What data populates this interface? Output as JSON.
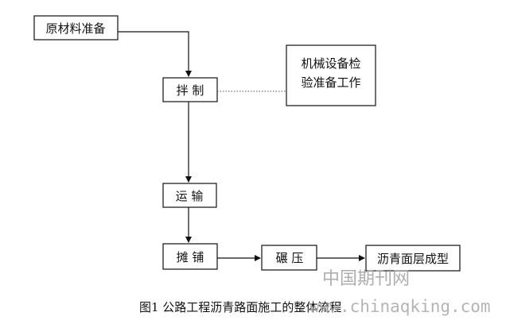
{
  "flowchart": {
    "nodes": {
      "raw_materials": "原材料准备",
      "mixing": "拌 制",
      "equipment_check_line1": "机械设备检",
      "equipment_check_line2": "验准备工作",
      "transport": "运 输",
      "paving": "摊 铺",
      "rolling": "碾 压",
      "asphalt_surface": "沥青面层成型"
    },
    "edges": [
      {
        "from": "raw_materials",
        "to": "mixing",
        "style": "arrow"
      },
      {
        "from": "mixing",
        "to": "equipment_check",
        "style": "dotted"
      },
      {
        "from": "mixing",
        "to": "transport",
        "style": "arrow"
      },
      {
        "from": "transport",
        "to": "paving",
        "style": "arrow"
      },
      {
        "from": "paving",
        "to": "rolling",
        "style": "arrow"
      },
      {
        "from": "rolling",
        "to": "asphalt_surface",
        "style": "arrow"
      }
    ]
  },
  "caption": "图1 公路工程沥青路面施工的整体流程",
  "watermark": {
    "cn": "中国期刊网",
    "url": "www.chinaqking.com"
  }
}
